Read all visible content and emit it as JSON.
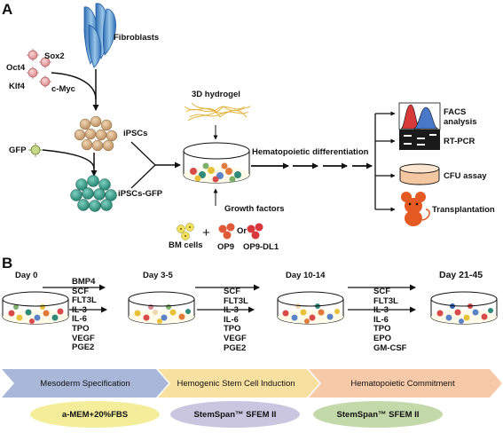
{
  "panels": {
    "a": "A",
    "b": "B"
  },
  "panel_a": {
    "fibroblasts": "Fibroblasts",
    "factors": {
      "oct4": "Oct4",
      "sox2": "Sox2",
      "klf4": "Klf4",
      "cmyc": "c-Myc"
    },
    "ipscs": "iPSCs",
    "gfp": "GFP",
    "ipscs_gfp": "iPSCs-GFP",
    "hydrogel": "3D hydrogel",
    "hematopoietic_diff": "Hematopoietic differentiation",
    "growth_factors": "Growth factors",
    "bm_cells": "BM cells",
    "plus": "+",
    "or": "Or",
    "op9": "OP9",
    "op9_dl1": "OP9-DL1",
    "assays": {
      "facs_line1": "FACS",
      "facs_line2": "analysis",
      "rtpcr": "RT-PCR",
      "cfu": "CFU assay",
      "transplant": "Transplantation"
    }
  },
  "panel_b": {
    "days": [
      "Day 0",
      "Day 3-5",
      "Day 10-14",
      "Day 21-45"
    ],
    "factor_groups": [
      [
        "BMP4",
        "SCF",
        "FLT3L",
        "IL-3",
        "IL-6",
        "TPO",
        "VEGF",
        "PGE2"
      ],
      [
        "SCF",
        "FLT3L",
        "IL-3",
        "IL-6",
        "TPO",
        "VEGF",
        "PGE2"
      ],
      [
        "SCF",
        "FLT3L",
        "IL-3",
        "IL-6",
        "TPO",
        "EPO",
        "GM-CSF"
      ]
    ],
    "stages": [
      "Mesoderm Specification",
      "Hemogenic Stem Cell Induction",
      "Hematopoietic Commitment"
    ],
    "media": [
      "a-MEM+20%FBS",
      "StemSpan™ SFEM II",
      "StemSpan™ SFEM II"
    ],
    "colors": {
      "stage1": "#a9b8d9",
      "stage2": "#f7e0a0",
      "stage3": "#f6c9a9",
      "medium1": "#f4ee9a",
      "medium2": "#cbc6df",
      "medium3": "#c3d9a9"
    }
  }
}
